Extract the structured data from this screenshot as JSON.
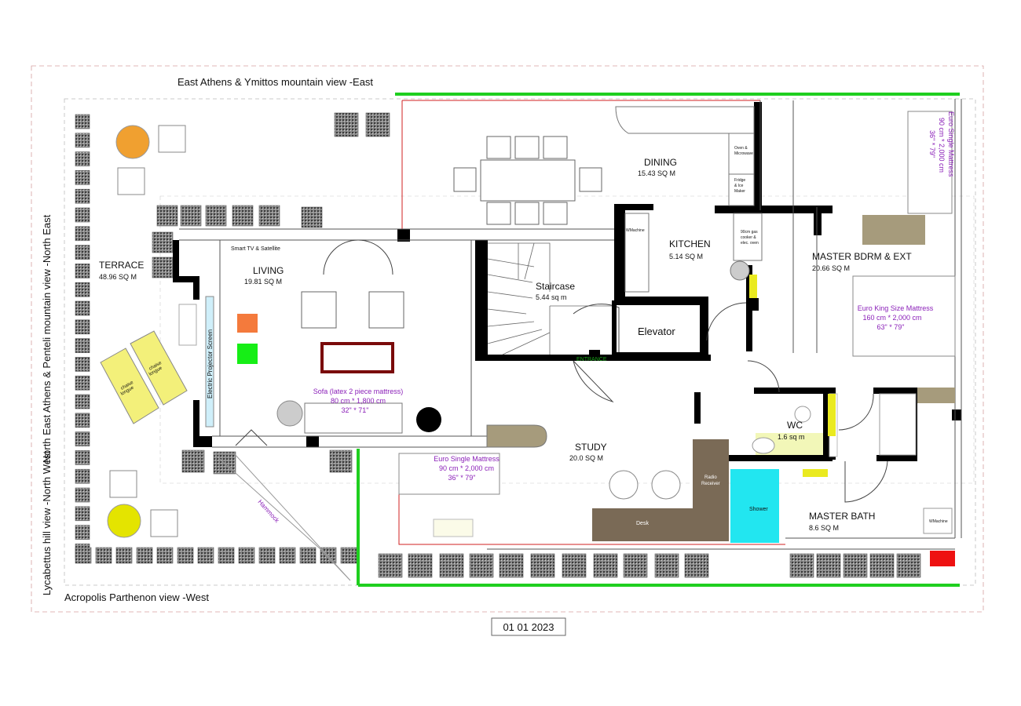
{
  "views": {
    "east": "East Athens & Ymittos mountain view -East",
    "north_east": "North East Athens & Penteli mountain view -North East",
    "north_west": "Lycabettus hill view -North West",
    "west": "Acropolis Parthenon view -West"
  },
  "rooms": {
    "terrace": {
      "name": "TERRACE",
      "area": "48.96 SQ M"
    },
    "living": {
      "name": "LIVING",
      "area": "19.81 SQ M"
    },
    "dining": {
      "name": "DINING",
      "area": "15.43 SQ M"
    },
    "kitchen": {
      "name": "KITCHEN",
      "area": "5.14 SQ M"
    },
    "staircase": {
      "name": "Staircase",
      "area": "5.44 sq m"
    },
    "elevator": {
      "name": "Elevator"
    },
    "master_bedroom": {
      "name": "MASTER BDRM & EXT",
      "area": "20.66 SQ M"
    },
    "wc": {
      "name": "WC",
      "area": "1.6 sq m"
    },
    "study": {
      "name": "STUDY",
      "area": "20.0 SQ M"
    },
    "master_bath": {
      "name": "MASTER BATH",
      "area": "8.6 SQ M"
    }
  },
  "labels": {
    "entrance": "ENTRANCE",
    "smart_tv": "Smart TV & Satellite",
    "projector": "Electric Projector Screen",
    "hammock": "Hammock",
    "oven": [
      "Oven &",
      "Microwave"
    ],
    "fridge": [
      "Fridge",
      "& Ice",
      "Maker"
    ],
    "cooker": [
      "90cm gas",
      "cooker &",
      "elec. oven"
    ],
    "wmachine_kitchen": "WMachine",
    "wmachine_bath": "WMachine",
    "shower": "Shower",
    "desk": "Desk",
    "radio": [
      "Radio",
      "Receiver"
    ],
    "chaise1": [
      "chaise",
      "longue"
    ],
    "chaise2": [
      "chaise",
      "longue"
    ]
  },
  "beds": {
    "sofa": [
      "Sofa (latex 2 piece mattress)",
      "80 cm * 1,800 cm",
      "32\" * 71\""
    ],
    "study_single": [
      "Euro Single Mattress",
      "90 cm * 2,000 cm",
      "36\" * 79\""
    ],
    "king": [
      "Euro King Size Mattress",
      "160 cm * 2,000 cm",
      "63\" * 79\""
    ],
    "top_single": [
      "Euro Single Mattress",
      "90 cm * 2,000 cm",
      "36\" * 79\""
    ]
  },
  "colors": {
    "wall": "#000000",
    "glass": "#1fcf1f",
    "purple_text": "#8a1fb8",
    "desk": "#7a6a56",
    "shower": "#22e6f0",
    "accent_orange": "#f0a030",
    "accent_yellow": "#e4e400",
    "rug": "#7a0a0a"
  },
  "date": "01 01 2023"
}
